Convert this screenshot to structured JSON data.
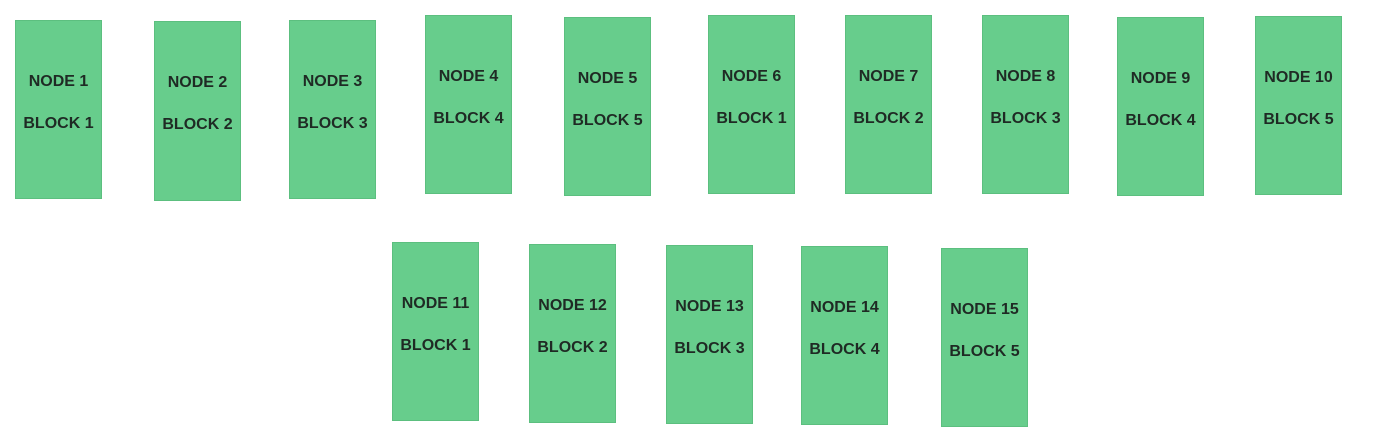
{
  "colors": {
    "background": "#ffffff",
    "node_fill": "#67cd8c",
    "text": "#1f2a24"
  },
  "nodes": [
    {
      "node": "NODE 1",
      "block": "BLOCK 1"
    },
    {
      "node": "NODE 2",
      "block": "BLOCK 2"
    },
    {
      "node": "NODE 3",
      "block": "BLOCK 3"
    },
    {
      "node": "NODE 4",
      "block": "BLOCK 4"
    },
    {
      "node": "NODE 5",
      "block": "BLOCK 5"
    },
    {
      "node": "NODE 6",
      "block": "BLOCK 1"
    },
    {
      "node": "NODE 7",
      "block": "BLOCK 2"
    },
    {
      "node": "NODE 8",
      "block": "BLOCK 3"
    },
    {
      "node": "NODE 9",
      "block": "BLOCK 4"
    },
    {
      "node": "NODE 10",
      "block": "BLOCK 5"
    },
    {
      "node": "NODE 11",
      "block": "BLOCK 1"
    },
    {
      "node": "NODE 12",
      "block": "BLOCK 2"
    },
    {
      "node": "NODE 13",
      "block": "BLOCK 3"
    },
    {
      "node": "NODE 14",
      "block": "BLOCK 4"
    },
    {
      "node": "NODE 15",
      "block": "BLOCK 5"
    }
  ]
}
